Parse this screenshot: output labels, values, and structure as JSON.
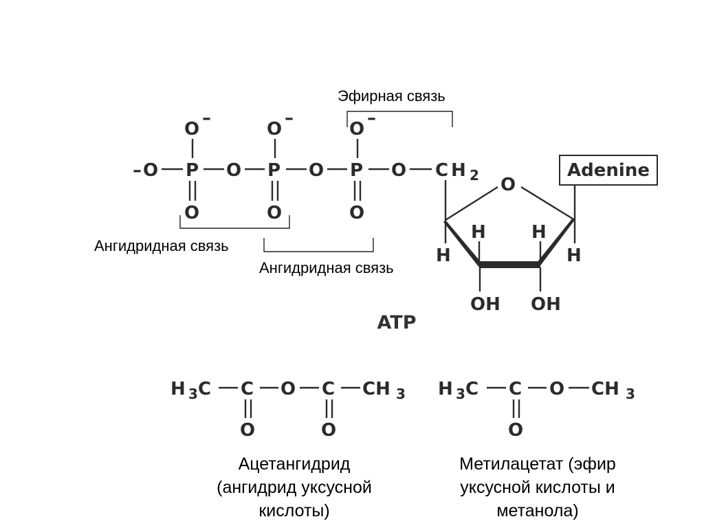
{
  "labels": {
    "ester_bond": "Эфирная связь",
    "anhydride_bond_1": "Ангидридная связь",
    "anhydride_bond_2": "Ангидридная связь",
    "molecule_name": "ATP",
    "adenine": "Adenine"
  },
  "atp": {
    "oxygen": "O",
    "phosphorus": "P",
    "minus": "–",
    "ch2_c": "C",
    "ch2_h": "H",
    "ch2_sub": "2",
    "ring_oxygen": "O",
    "hydrogen": "H",
    "hydroxyl": "OH"
  },
  "acetic_anhydride": {
    "h3c_h": "H",
    "h3c_sub": "3",
    "h3c_c": "C",
    "carbon": "C",
    "oxygen": "O",
    "ch3": "CH",
    "ch3_sub": "3",
    "caption": [
      "Ацетангидрид",
      "(ангидрид уксусной",
      "кислоты)"
    ]
  },
  "methyl_acetate": {
    "h3c_h": "H",
    "h3c_sub": "3",
    "h3c_c": "C",
    "carbon": "C",
    "oxygen": "O",
    "ch3": "CH",
    "ch3_sub": "3",
    "caption": [
      "Метилацетат (эфир",
      "уксусной кислоты и",
      "метанола)"
    ]
  }
}
